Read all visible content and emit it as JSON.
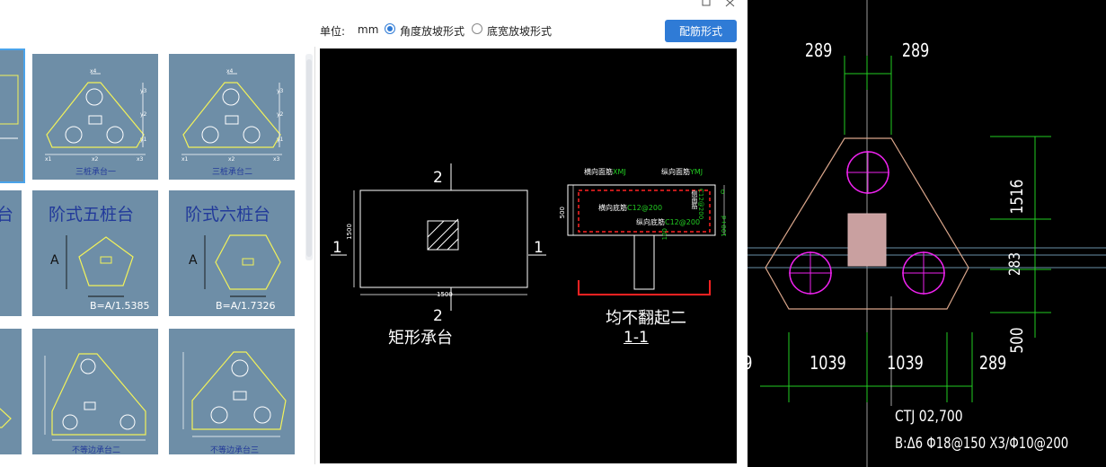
{
  "toolbar": {
    "unit_label": "单位:",
    "unit_value": "mm",
    "option_angle": "角度放坡形式",
    "option_width": "底宽放坡形式",
    "config_button": "配筋形式"
  },
  "gallery": {
    "cards": [
      {
        "caption": "三桩承台一",
        "dims": [
          "x4",
          "y3",
          "y2",
          "y1",
          "x1",
          "x2",
          "x3"
        ]
      },
      {
        "caption": "三桩承台二",
        "dims": [
          "x4",
          "y3",
          "y2",
          "y1",
          "x1",
          "x2",
          "x3"
        ]
      },
      {
        "title": "台"
      },
      {
        "title": "阶式五桩台",
        "axis": "A",
        "formula": "B=A/1.5385"
      },
      {
        "title": "阶式六桩台",
        "axis": "A",
        "formula": "B=A/1.7326"
      },
      {
        "caption": "不等边承台二"
      },
      {
        "caption": "不等边承台三"
      }
    ]
  },
  "preview": {
    "plan_title": "矩形承台",
    "plan_width": "1500",
    "plan_height": "1500",
    "section_mark": "2",
    "section_mark_side": "1",
    "section_labels": {
      "horiz_top": "横向面筋",
      "horiz_top_code": "XMJ",
      "vert_top": "纵向面筋",
      "vert_top_code": "YMJ",
      "side": "侧面筋",
      "side_bar": "C12@200",
      "horiz_bottom": "横向底筋",
      "horiz_bottom_bar": "C12@200",
      "vert_bottom": "纵向底筋",
      "vert_bottom_bar": "C12@200",
      "height": "500",
      "cover": "0",
      "embed": "100+d",
      "pile": "100"
    },
    "section_title": "均不翻起二",
    "section_id": "1-1"
  },
  "cad": {
    "dims_top": [
      "289",
      "289"
    ],
    "dims_right": [
      "1516",
      "283",
      "500"
    ],
    "dims_bottom": [
      "9",
      "1039",
      "1039",
      "289"
    ],
    "label_line1": "CTJ 02,700",
    "label_line2": "B:Δ6 Φ18@150 X3/Φ10@200"
  },
  "colors": {
    "accent": "#2f7bd6",
    "thumb_bg": "#6e8ea7",
    "thumb_shape": "#f2f25a",
    "cad_dim": "#22cc22",
    "cad_outline": "#d9a58a",
    "cad_pile": "#ee22ee",
    "preview_red": "#ff2222"
  }
}
